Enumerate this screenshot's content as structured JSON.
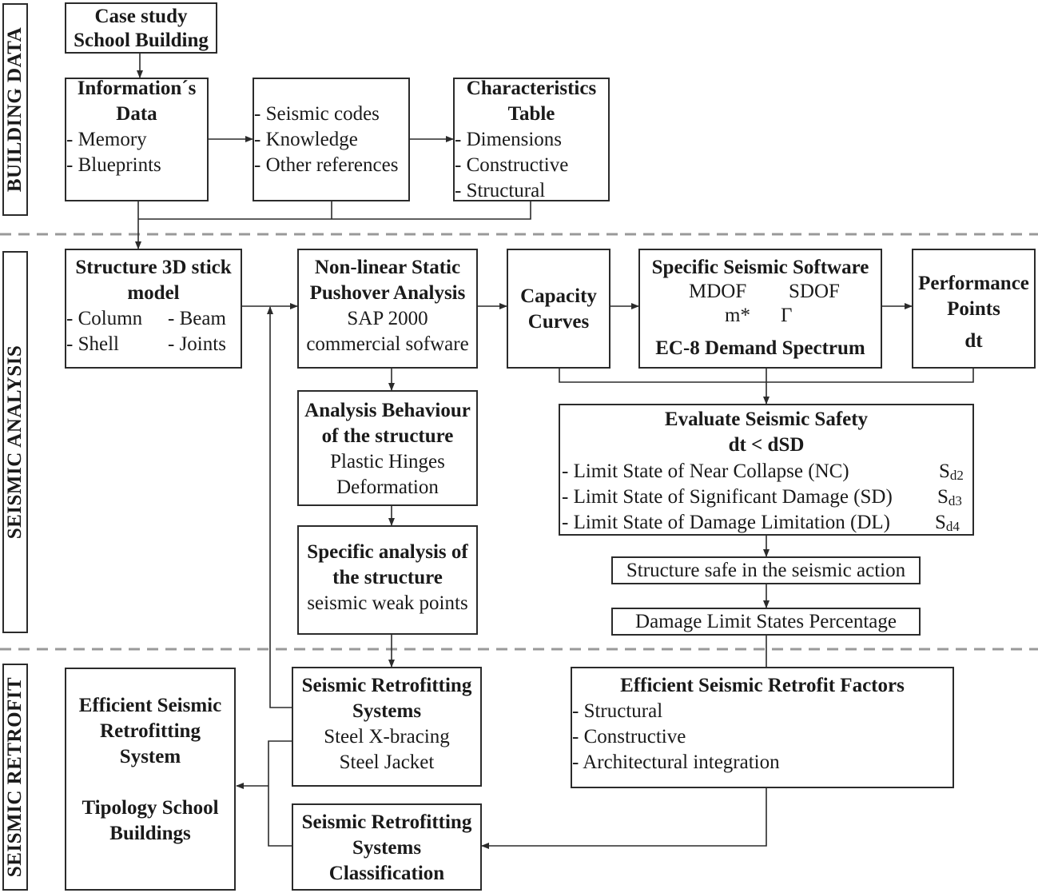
{
  "sections": {
    "building_data": "BUILDING DATA",
    "seismic_analysis": "SEISMIC ANALYSIS",
    "seismic_retrofit": "SEISMIC RETROFIT"
  },
  "case_study": {
    "line1": "Case study",
    "line2": "School Building"
  },
  "information": {
    "title1": "Information´s",
    "title2": "Data",
    "items": [
      "- Memory",
      "- Blueprints"
    ]
  },
  "references": {
    "items": [
      "- Seismic codes",
      "- Knowledge",
      "- Other references"
    ]
  },
  "characteristics": {
    "title1": "Characteristics",
    "title2": "Table",
    "items": [
      "- Dimensions",
      "- Constructive",
      "- Structural"
    ]
  },
  "stick_model": {
    "title1": "Structure 3D stick",
    "title2": "model",
    "items_left": [
      "- Column",
      "- Shell"
    ],
    "items_right": [
      "- Beam",
      "- Joints"
    ]
  },
  "pushover": {
    "title1": "Non-linear Static",
    "title2": "Pushover Analysis",
    "line3": "SAP 2000",
    "line4": "commercial sofware"
  },
  "capacity": {
    "title1": "Capacity",
    "title2": "Curves"
  },
  "software": {
    "title": "Specific Seismic Software",
    "mdof": "MDOF",
    "sdof": "SDOF",
    "mstar": "m*",
    "gamma": "Γ",
    "spectrum": "EC-8 Demand Spectrum"
  },
  "performance": {
    "title1": "Performance",
    "title2": "Points",
    "title3": "dt"
  },
  "behaviour": {
    "title1": "Analysis Behaviour",
    "title2": "of the structure",
    "line3": "Plastic Hinges",
    "line4": "Deformation"
  },
  "specific_analysis": {
    "title1": "Specific analysis of",
    "title2": "the structure",
    "line3": "seismic weak points"
  },
  "evaluate": {
    "title1": "Evaluate Seismic Safety",
    "title2": "dt < dSD",
    "rows": [
      {
        "text": "- Limit State of Near Collapse (NC)",
        "s": "S",
        "sub": "d2"
      },
      {
        "text": "- Limit State of Significant Damage (SD)",
        "s": "S",
        "sub": "d3"
      },
      {
        "text": "- Limit State of Damage Limitation (DL)",
        "s": "S",
        "sub": "d4"
      }
    ]
  },
  "safe": "Structure safe in the seismic action",
  "damage": "Damage Limit States Percentage",
  "retrofit_systems": {
    "title1": "Seismic Retrofitting",
    "title2": "Systems",
    "line3": "Steel X-bracing",
    "line4": "Steel Jacket"
  },
  "classification": {
    "title1": "Seismic Retrofitting",
    "title2": "Systems",
    "title3": "Classification"
  },
  "factors": {
    "title": "Efficient Seismic Retrofit Factors",
    "items": [
      "- Structural",
      "- Constructive",
      "- Architectural integration"
    ]
  },
  "efficient": {
    "title1": "Efficient Seismic",
    "title2": "Retrofitting",
    "title3": "System",
    "title4": "Tipology School",
    "title5": "Buildings"
  }
}
